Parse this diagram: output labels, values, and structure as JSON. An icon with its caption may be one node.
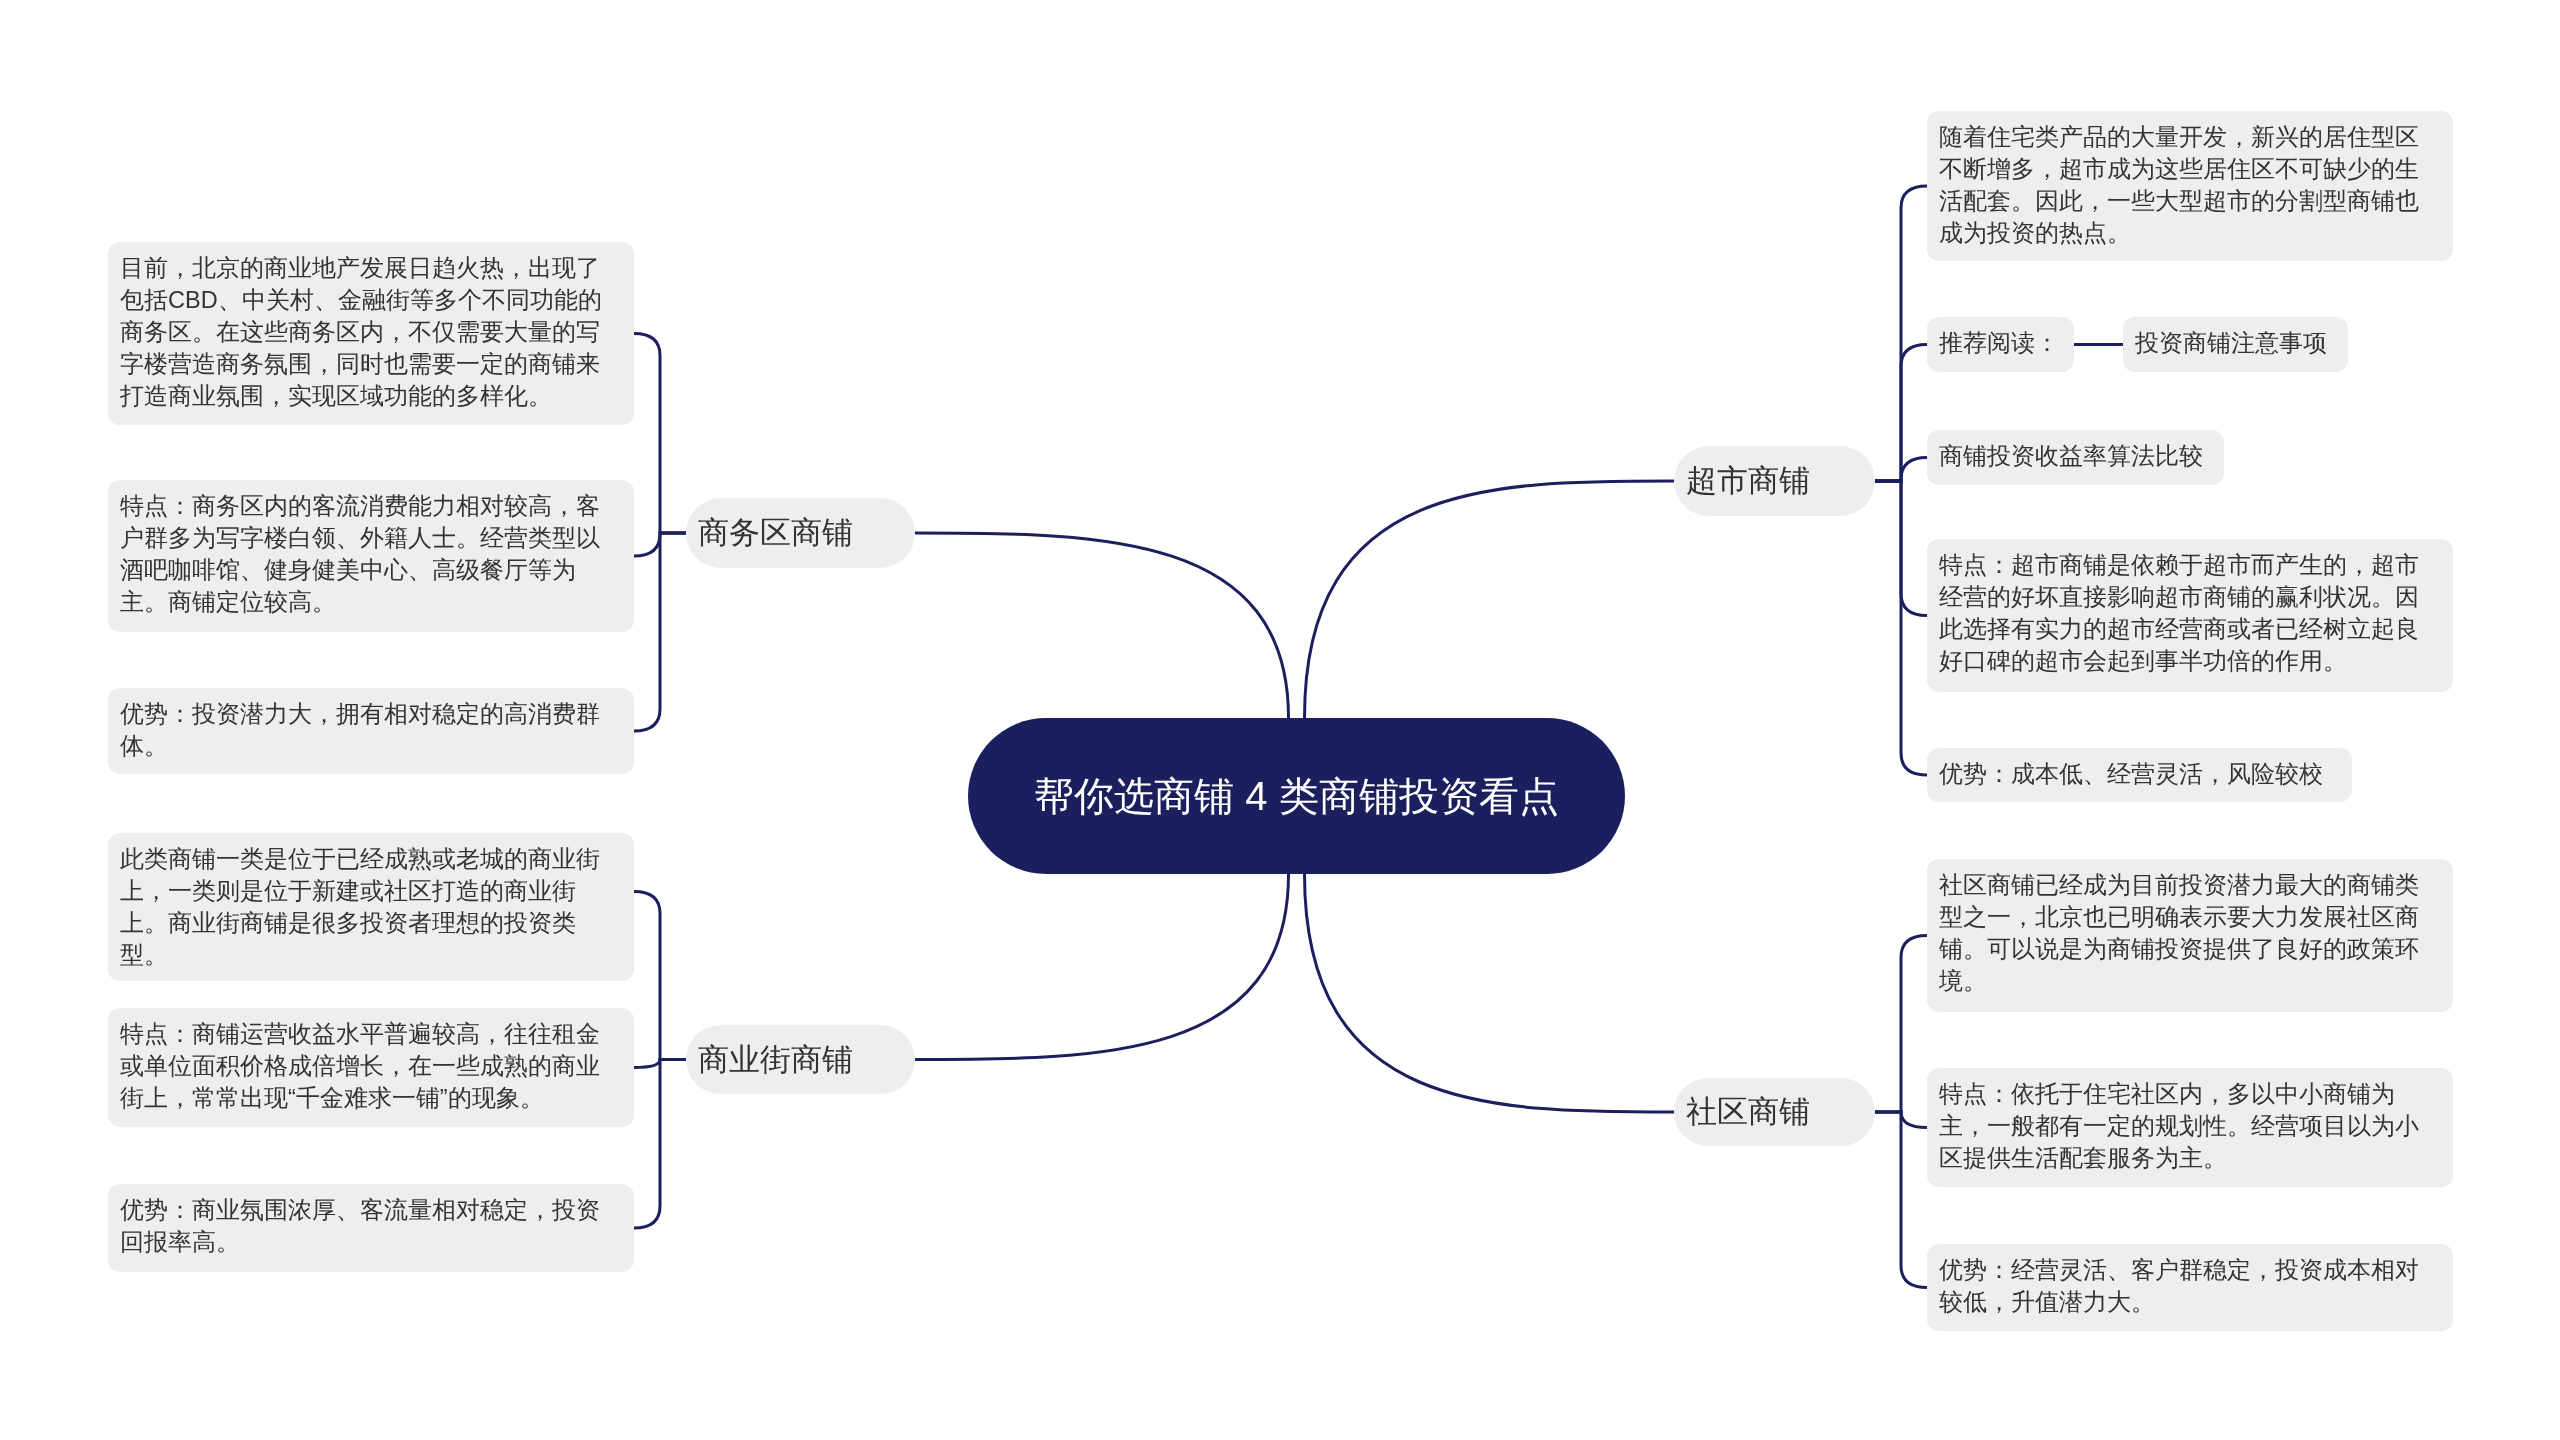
{
  "diagram": {
    "nodes": [
      {
        "text": [
          "帮你选商铺 4 类商铺投资看点"
        ]
      },
      {
        "text": [
          "商务区商铺"
        ]
      },
      {
        "text": [
          "目前，北京的商业地产发展日趋火热，出现了包括CBD、中关村、金融街等多个不同功能的商务区。在这些商务区内，不仅需要大量的写字楼营造商务氛围，同时也需要一定的商铺来打造商业氛围，实现区域功能的多样化。"
        ]
      },
      {
        "text": [
          "特点：商务区内的客流消费能力相对较高，客户群多为写字楼白领、外籍人士。经营类型以酒吧咖啡馆、健身健美中心、高级餐厅等为主。商铺定位较高。"
        ]
      },
      {
        "text": [
          "优势：投资潜力大，拥有相对稳定的高消费群体。"
        ]
      },
      {
        "text": [
          "商业街商铺"
        ]
      },
      {
        "text": [
          "此类商铺一类是位于已经成熟或老城的商业街上，一类则是位于新建或社区打造的商业街上。商业街商铺是很多投资者理想的投资类型。"
        ]
      },
      {
        "text": [
          "特点：商铺运营收益水平普遍较高，往往租金或单位面积价格成倍增长，在一些成熟的商业街上，常常出现“千金难求一铺”的现象。"
        ]
      },
      {
        "text": [
          "优势：商业氛围浓厚、客流量相对稳定，投资回报率高。"
        ]
      },
      {
        "text": [
          "超市商铺"
        ]
      },
      {
        "text": [
          "随着住宅类产品的大量开发，新兴的居住型区不断增多，超市成为这些居住区不可缺少的生活配套。因此，一些大型超市的分割型商铺也成为投资的热点。"
        ]
      },
      {
        "text": [
          "推荐阅读："
        ]
      },
      {
        "text": [
          "投资商铺注意事项"
        ]
      },
      {
        "text": [
          "商铺投资收益率算法比较"
        ]
      },
      {
        "text": [
          "特点：超市商铺是依赖于超市而产生的，超市经营的好坏直接影响超市商铺的赢利状况。因此选择有实力的超市经营商或者已经树立起良好口碑的超市会起到事半功倍的作用。"
        ]
      },
      {
        "text": [
          "优势：成本低、经营灵活，风险较校"
        ]
      },
      {
        "text": [
          "社区商铺"
        ]
      },
      {
        "text": [
          "社区商铺已经成为目前投资潜力最大的商铺类型之一，北京也已明确表示要大力发展社区商铺。可以说是为商铺投资提供了良好的政策环境。"
        ]
      },
      {
        "text": [
          "特点：依托于住宅社区内，多以中小商铺为主，一般都有一定的规划性。经营项目以为小区提供生活配套服务为主。"
        ]
      },
      {
        "text": [
          "优势：经营灵活、客户群稳定，投资成本相对较低，升值潜力大。"
        ]
      }
    ],
    "edges": [
      {
        "from": 0,
        "to": 1,
        "arrow": "none"
      },
      {
        "from": 1,
        "to": 2,
        "arrow": "none"
      },
      {
        "from": 1,
        "to": 3,
        "arrow": "none"
      },
      {
        "from": 1,
        "to": 4,
        "arrow": "none"
      },
      {
        "from": 0,
        "to": 5,
        "arrow": "none"
      },
      {
        "from": 5,
        "to": 6,
        "arrow": "none"
      },
      {
        "from": 5,
        "to": 7,
        "arrow": "none"
      },
      {
        "from": 5,
        "to": 8,
        "arrow": "none"
      },
      {
        "from": 0,
        "to": 9,
        "arrow": "none"
      },
      {
        "from": 9,
        "to": 10,
        "arrow": "none"
      },
      {
        "from": 9,
        "to": 11,
        "arrow": "none"
      },
      {
        "from": 11,
        "to": 12,
        "arrow": "none"
      },
      {
        "from": 9,
        "to": 13,
        "arrow": "none"
      },
      {
        "from": 9,
        "to": 14,
        "arrow": "none"
      },
      {
        "from": 9,
        "to": 15,
        "arrow": "none"
      },
      {
        "from": 0,
        "to": 16,
        "arrow": "none"
      },
      {
        "from": 16,
        "to": 17,
        "arrow": "none"
      },
      {
        "from": 16,
        "to": 18,
        "arrow": "none"
      },
      {
        "from": 16,
        "to": 19,
        "arrow": "none"
      }
    ]
  }
}
